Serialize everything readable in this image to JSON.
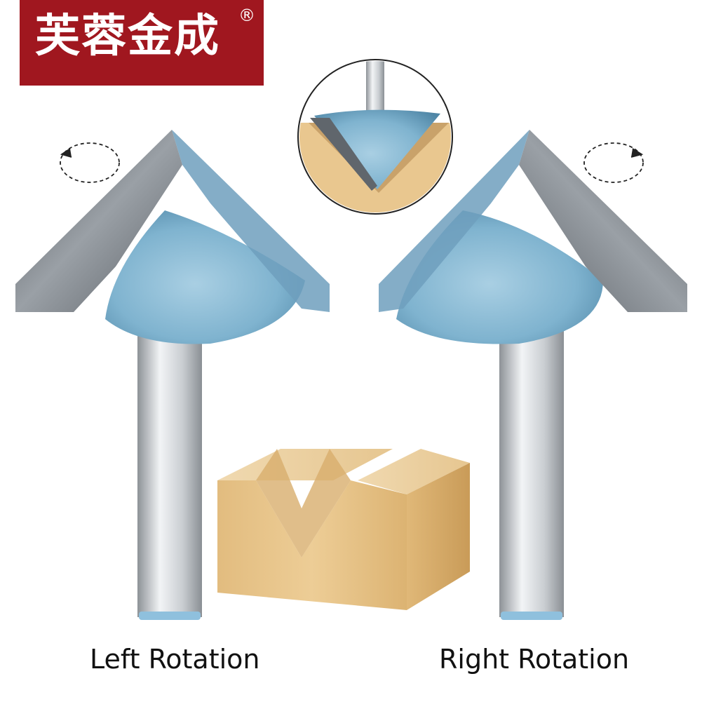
{
  "brand": {
    "name": "芙蓉金成",
    "mark": "®"
  },
  "captions": {
    "left": "Left Rotation",
    "right": "Right Rotation"
  },
  "colors": {
    "brand_red": "#a0171f",
    "bit_blue": "#7fb3cf",
    "carbide_gray": "#6f747a",
    "shank_silver": "#d5d9dd",
    "wood": "#e7c48c"
  },
  "icons": [
    "rotation-arrow-left-icon",
    "rotation-arrow-right-icon"
  ]
}
